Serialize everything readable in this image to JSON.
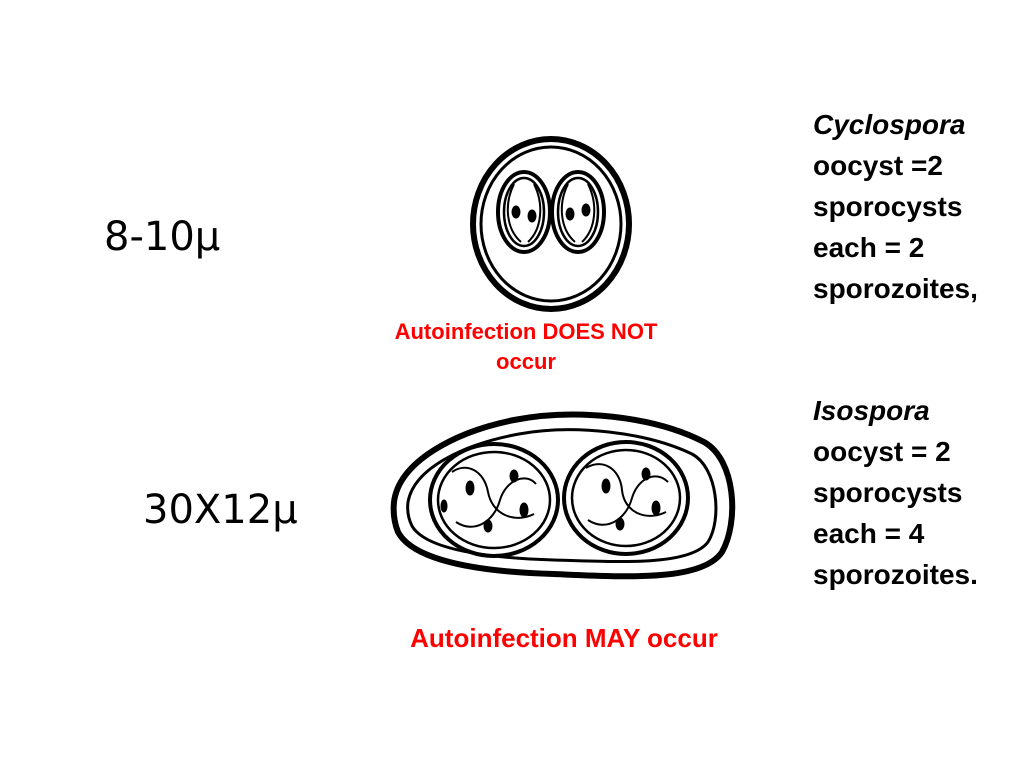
{
  "sizes": {
    "cyclospora": "8-10µ",
    "isospora": "30X12µ"
  },
  "autoinfection": {
    "cyclospora": [
      "Autoinfection DOES NOT",
      "occur"
    ],
    "isospora": "Autoinfection MAY occur"
  },
  "cyclospora": {
    "genus": "Cyclospora",
    "lines": [
      "oocyst =2",
      "sporocysts",
      "each = 2",
      "sporozoites,"
    ]
  },
  "isospora": {
    "genus": "Isospora",
    "lines": [
      "oocyst = 2",
      "sporocysts",
      "each = 4",
      "sporozoites."
    ]
  },
  "colors": {
    "autoinfection_text": "#ff0000",
    "text": "#000000"
  }
}
